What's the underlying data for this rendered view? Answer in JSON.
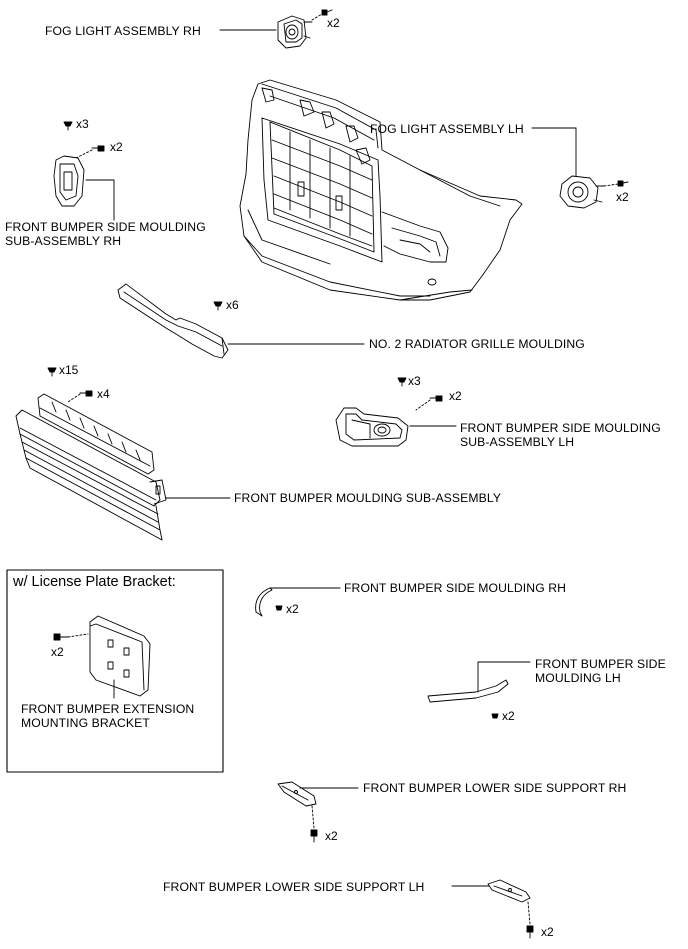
{
  "labels": {
    "fog_light_rh": "FOG LIGHT ASSEMBLY RH",
    "fog_light_lh": "FOG LIGHT ASSEMBLY LH",
    "side_moulding_sub_rh_1": "FRONT BUMPER SIDE MOULDING",
    "side_moulding_sub_rh_2": "SUB-ASSEMBLY RH",
    "radiator_grille_moulding": "NO. 2 RADIATOR GRILLE MOULDING",
    "side_moulding_sub_lh_1": "FRONT BUMPER SIDE MOULDING",
    "side_moulding_sub_lh_2": "SUB-ASSEMBLY LH",
    "bumper_moulding_sub": "FRONT BUMPER MOULDING SUB-ASSEMBLY",
    "side_moulding_rh": "FRONT BUMPER SIDE MOULDING RH",
    "side_moulding_lh_1": "FRONT BUMPER SIDE",
    "side_moulding_lh_2": "MOULDING LH",
    "lower_side_support_rh": "FRONT BUMPER LOWER SIDE SUPPORT RH",
    "lower_side_support_lh": "FRONT BUMPER LOWER SIDE SUPPORT LH",
    "extension_bracket_1": "FRONT BUMPER EXTENSION",
    "extension_bracket_2": "MOUNTING BRACKET"
  },
  "inset": {
    "title": "w/ License Plate Bracket:"
  },
  "quantities": {
    "fog_rh_bolt": "x2",
    "fog_lh_bolt": "x2",
    "side_rh_clip": "x3",
    "side_rh_screw": "x2",
    "grille_clip": "x6",
    "moulding_clip": "x15",
    "moulding_screw": "x4",
    "side_lh_clip": "x3",
    "side_lh_screw": "x2",
    "bracket_bolt": "x2",
    "side_moulding_rh_clip": "x2",
    "side_moulding_lh_clip": "x2",
    "support_rh_bolt": "x2",
    "support_lh_bolt": "x2"
  }
}
